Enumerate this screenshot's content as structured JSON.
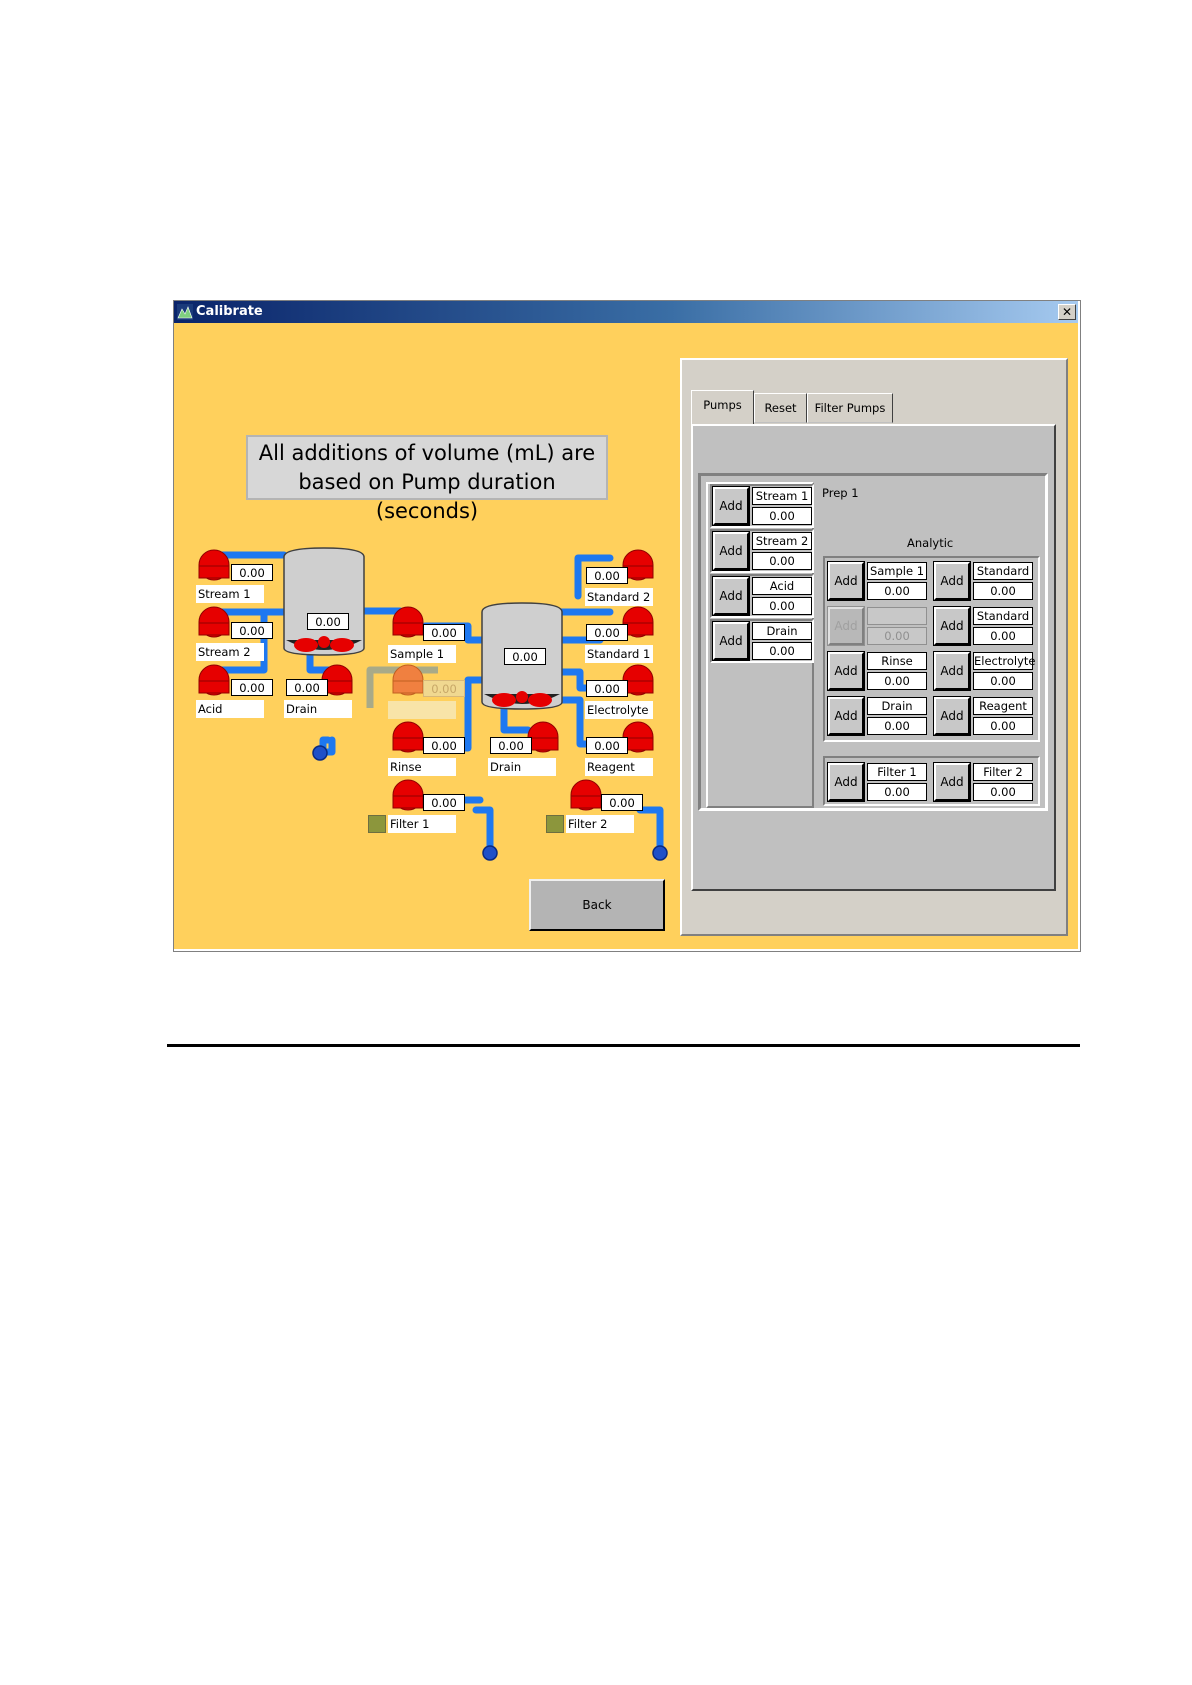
{
  "window": {
    "title": "Calibrate",
    "close_symbol": "✕"
  },
  "note": {
    "line1": "All additions of volume (mL) are",
    "line2": "based on Pump duration (seconds)"
  },
  "schematic": {
    "pumps": [
      {
        "id": "stream1",
        "value": "0.00",
        "label": "Stream 1"
      },
      {
        "id": "stream2",
        "value": "0.00",
        "label": "Stream 2"
      },
      {
        "id": "acid",
        "value": "0.00",
        "label": "Acid"
      },
      {
        "id": "drain_prep",
        "value": "0.00",
        "label": "Drain"
      },
      {
        "id": "sample1",
        "value": "0.00",
        "label": "Sample 1"
      },
      {
        "id": "disabled",
        "value": "0.00",
        "label": ""
      },
      {
        "id": "rinse",
        "value": "0.00",
        "label": "Rinse"
      },
      {
        "id": "filter1",
        "value": "0.00",
        "label": "Filter 1"
      },
      {
        "id": "drain_an",
        "value": "0.00",
        "label": "Drain"
      },
      {
        "id": "standard2",
        "value": "0.00",
        "label": "Standard 2"
      },
      {
        "id": "standard1",
        "value": "0.00",
        "label": "Standard 1"
      },
      {
        "id": "electrolyte",
        "value": "0.00",
        "label": "Electrolyte"
      },
      {
        "id": "reagent",
        "value": "0.00",
        "label": "Reagent"
      },
      {
        "id": "filter2",
        "value": "0.00",
        "label": "Filter 2"
      }
    ],
    "vessels": {
      "prep_value": "0.00",
      "analytic_value": "0.00"
    }
  },
  "tabs": [
    {
      "label": "Pumps",
      "active": true
    },
    {
      "label": "Reset",
      "active": false
    },
    {
      "label": "Filter Pumps",
      "active": false
    }
  ],
  "pumps_tab": {
    "prep_title": "Prep 1",
    "analytic_title": "Analytic",
    "add_label": "Add",
    "prep": [
      {
        "name": "Stream 1",
        "value": "0.00"
      },
      {
        "name": "Stream 2",
        "value": "0.00"
      },
      {
        "name": "Acid",
        "value": "0.00"
      },
      {
        "name": "Drain",
        "value": "0.00"
      }
    ],
    "analytic_left": [
      {
        "name": "Sample 1",
        "value": "0.00"
      },
      {
        "name": "",
        "value": "0.00",
        "disabled": true
      },
      {
        "name": "Rinse",
        "value": "0.00"
      },
      {
        "name": "Drain",
        "value": "0.00"
      }
    ],
    "analytic_right": [
      {
        "name": "Standard",
        "value": "0.00"
      },
      {
        "name": "Standard",
        "value": "0.00"
      },
      {
        "name": "Electrolyte",
        "value": "0.00"
      },
      {
        "name": "Reagent",
        "value": "0.00"
      }
    ],
    "filters": [
      {
        "name": "Filter 1",
        "value": "0.00"
      },
      {
        "name": "Filter 2",
        "value": "0.00"
      }
    ]
  },
  "back_label": "Back",
  "colors": {
    "pipe": "#1e78f0",
    "pump": "#e60000",
    "background": "#ffd05c",
    "titlebar": "#0a246a"
  }
}
